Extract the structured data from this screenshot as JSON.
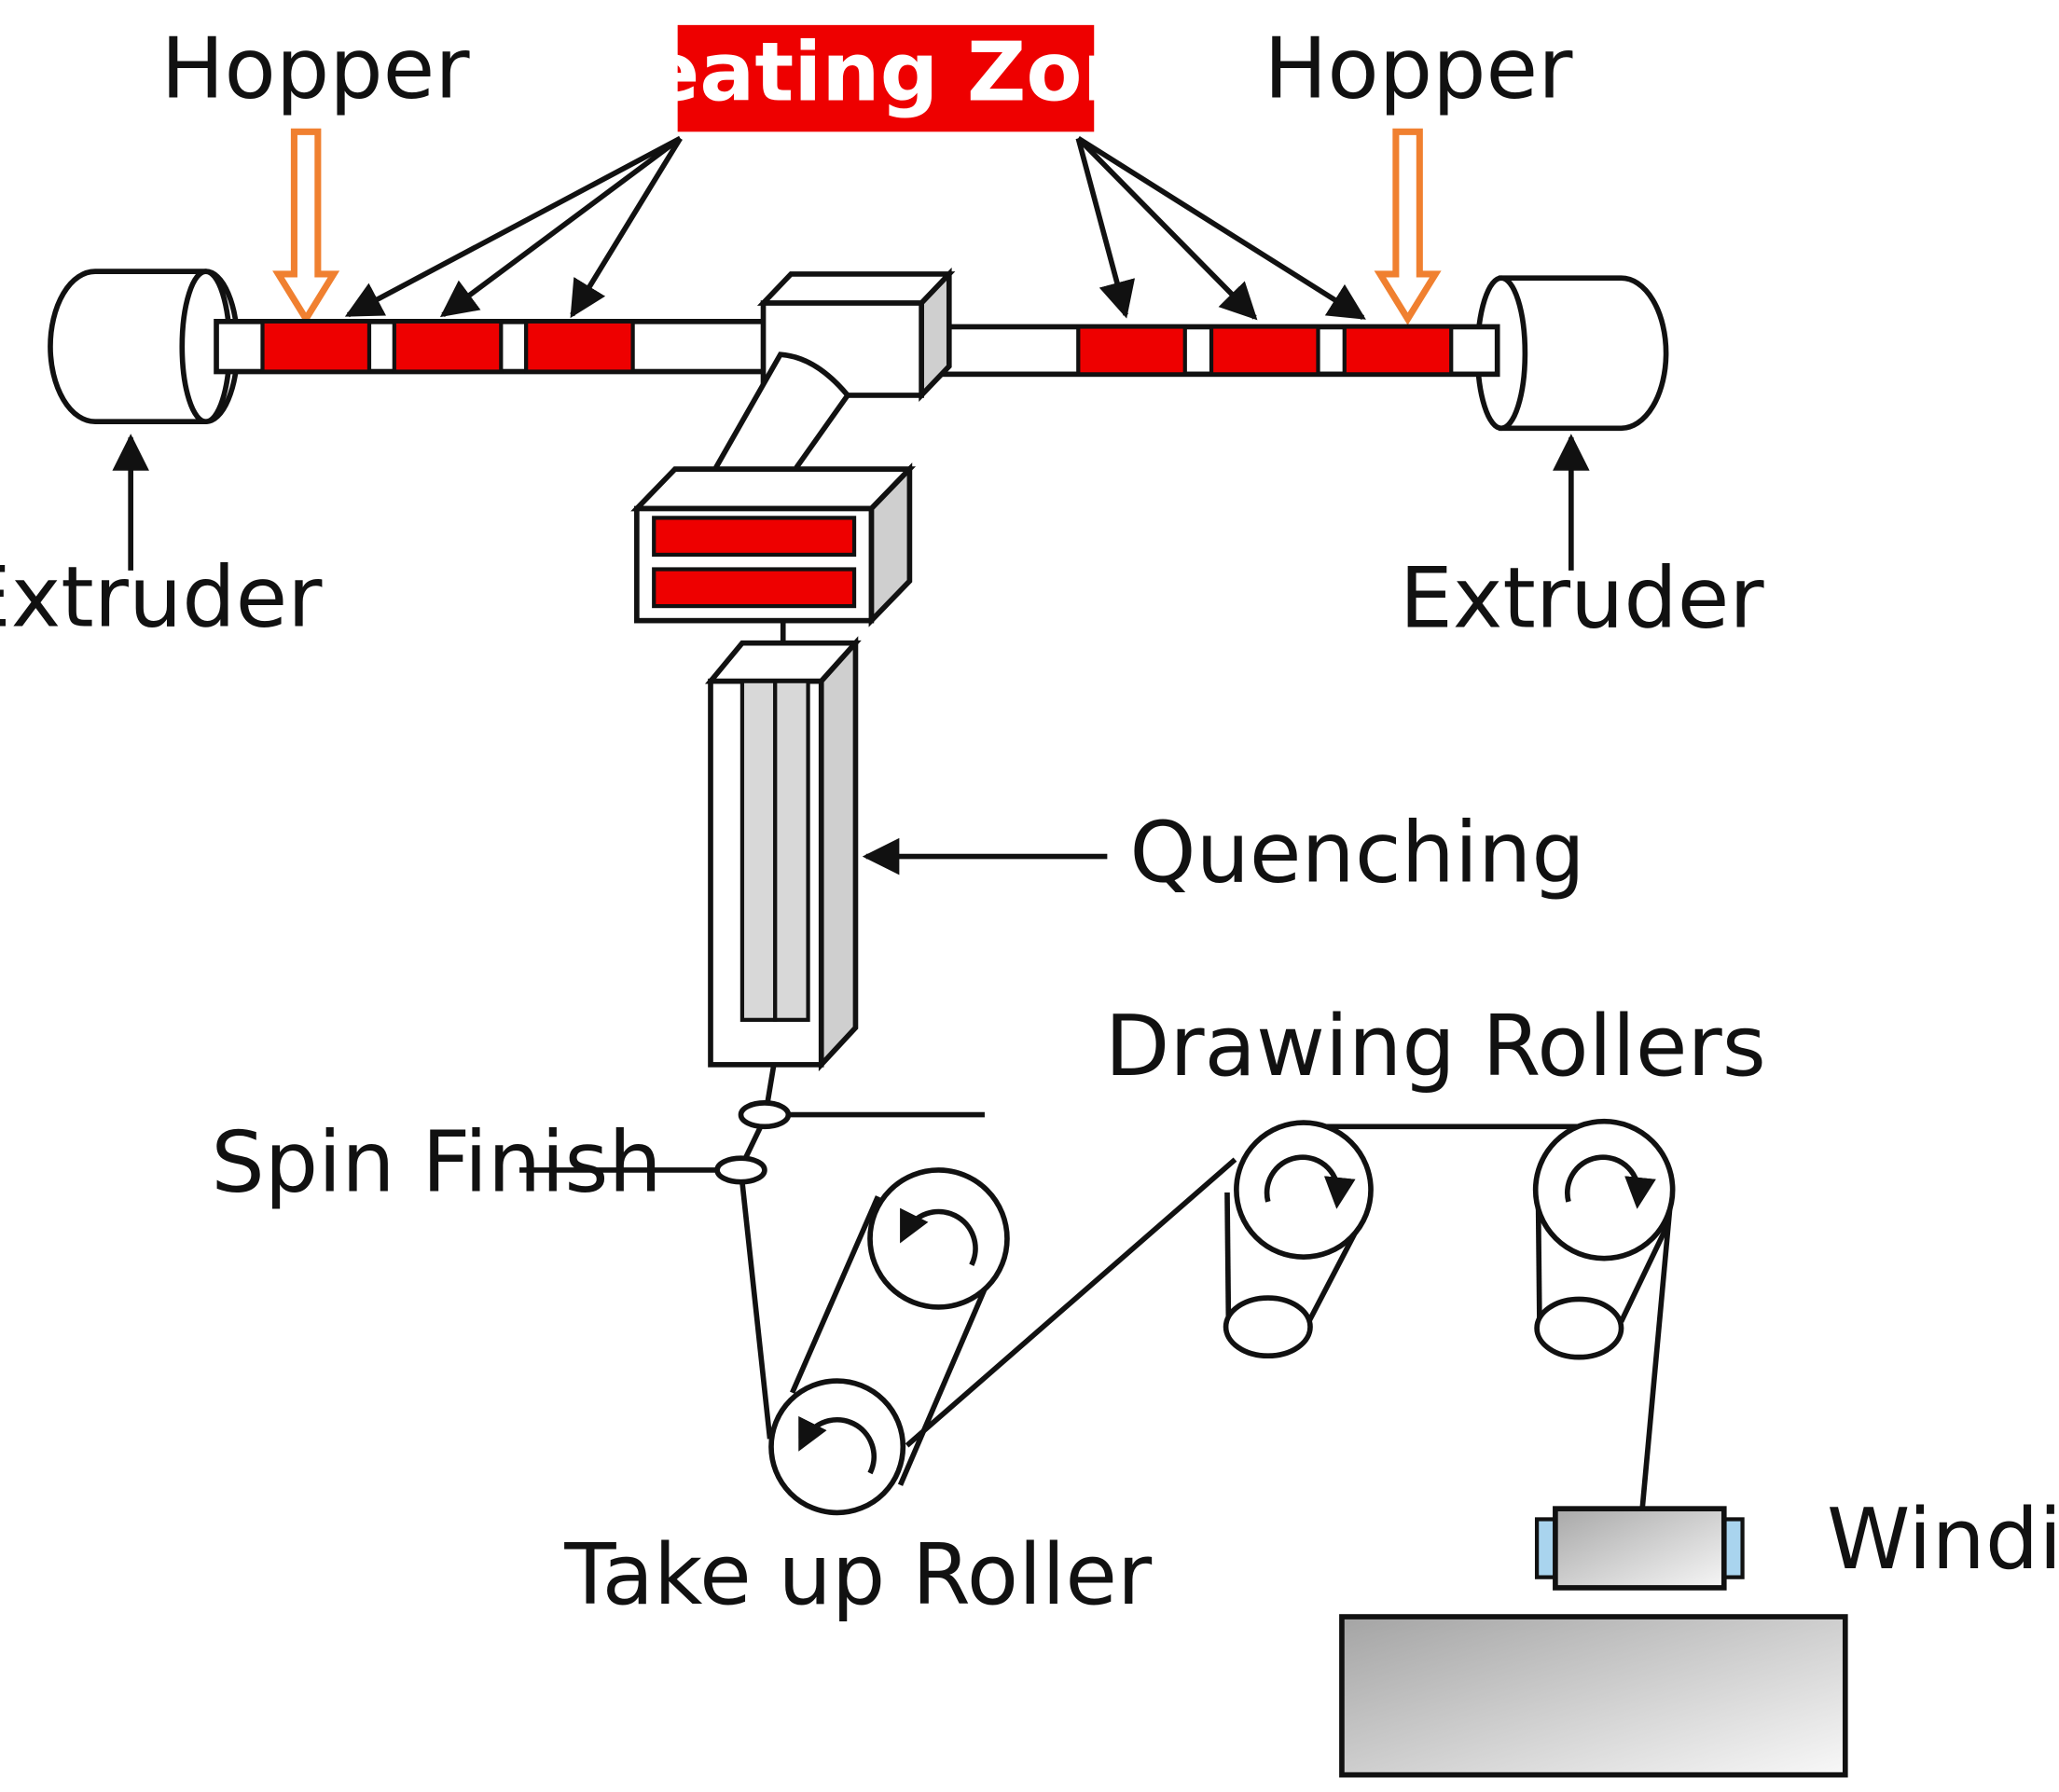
{
  "labels": {
    "heating_zone": "Heating Zone",
    "hopper_left": "Hopper",
    "hopper_right": "Hopper",
    "extruder_left": "Extruder",
    "extruder_right": "Extruder",
    "quenching": "Quenching",
    "spin_finish": "Spin Finish",
    "drawing_rollers": "Drawing Rollers",
    "take_up_roller": "Take up Roller",
    "winding": "Winding"
  },
  "colors": {
    "heating": "#ee0000",
    "hopper_arrow": "#f08030",
    "quench_fill": "#d8d8d8",
    "bobbin_cap": "#a9d4ee"
  },
  "icons": {
    "roller_rotation": "curved-arrow-icon",
    "flow_pointer": "arrow-icon"
  }
}
